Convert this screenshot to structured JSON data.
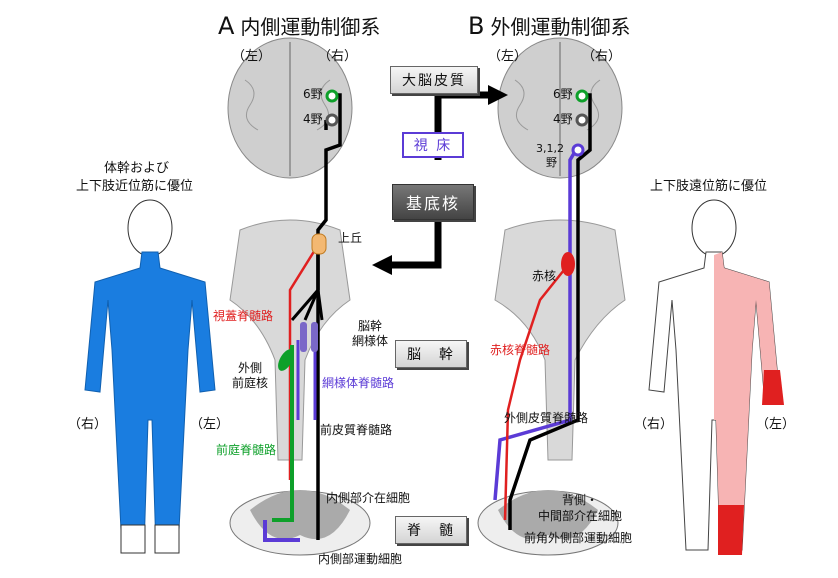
{
  "titles": {
    "a_letter": "A",
    "a_text": "内側運動制御系",
    "b_letter": "B",
    "b_text": "外側運動制御系"
  },
  "sides": {
    "a_left": "（左）",
    "a_right": "（右）",
    "b_left": "（左）",
    "b_right": "（右）",
    "body_left_right": "（右）",
    "body_left_left": "（左）",
    "body_right_right": "（右）",
    "body_right_left": "（左）"
  },
  "captions": {
    "left_body_line1": "体幹および",
    "left_body_line2": "上下肢近位筋に優位",
    "right_body": "上下肢遠位筋に優位"
  },
  "center_boxes": {
    "cortex": "大脳皮質",
    "thalamus": "視 床",
    "basal_ganglia": "基底核",
    "brainstem": "脳　幹",
    "spinal_cord": "脊　髄"
  },
  "labels_a": {
    "area6": "6野",
    "area4": "4野",
    "superior_colliculus": "上丘",
    "tectospinal": "視蓋脊髄路",
    "reticular_formation_1": "脳幹",
    "reticular_formation_2": "網様体",
    "lateral_vestibular_1": "外側",
    "lateral_vestibular_2": "前庭核",
    "reticulospinal": "網様体脊髄路",
    "anterior_corticospinal": "前皮質脊髄路",
    "vestibulospinal": "前庭脊髄路",
    "medial_interneuron": "内側部介在細胞",
    "medial_motor": "内側部運動細胞"
  },
  "labels_b": {
    "area6": "6野",
    "area4": "4野",
    "area312_1": "3,1,2",
    "area312_2": "野",
    "red_nucleus": "赤核",
    "rubrospinal": "赤核脊髄路",
    "lateral_corticospinal": "外側皮質脊髄路",
    "dorsal_1": "背側・",
    "dorsal_2": "中間部介在細胞",
    "lateral_motor": "前角外側部運動細胞"
  },
  "colors": {
    "red": "#e02020",
    "green": "#0ea02a",
    "purple": "#5b3bd6",
    "blue_body": "#1a7de0",
    "pink_body": "#f7b4b4",
    "black": "#000000"
  }
}
